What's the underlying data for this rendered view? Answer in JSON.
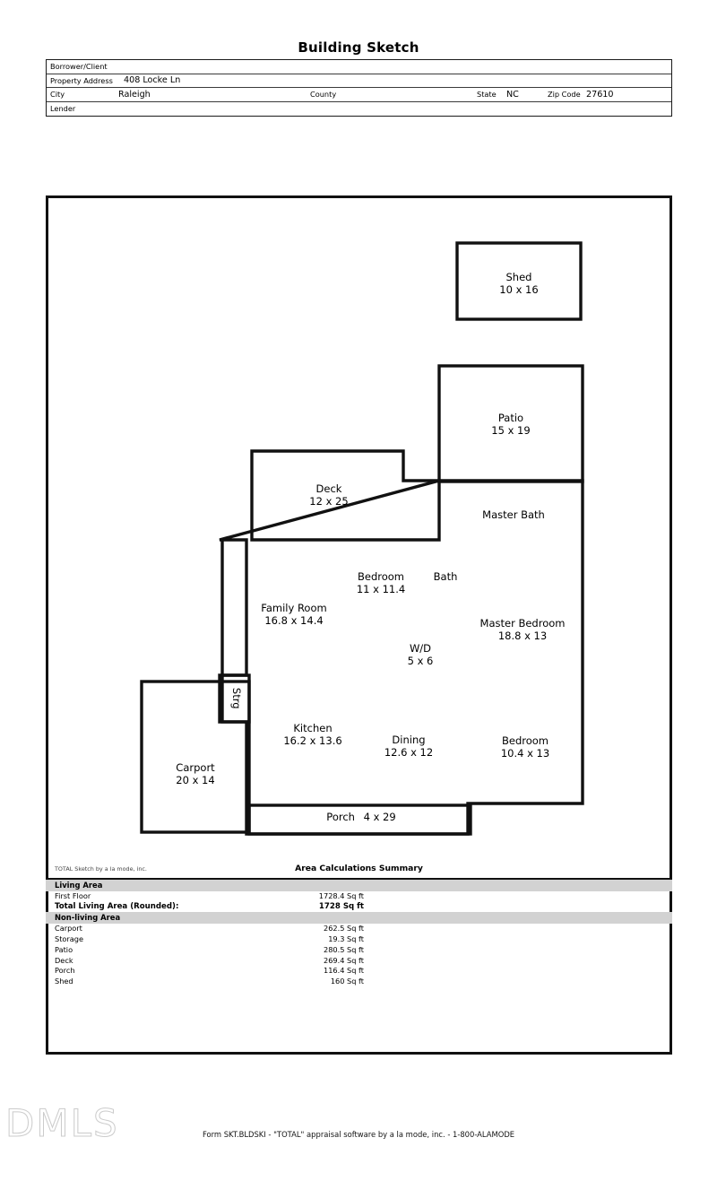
{
  "document": {
    "title": "Building Sketch",
    "footer_note": "Form SKT.BLDSKI - \"TOTAL\" appraisal software by a la mode, inc. - 1-800-ALAMODE",
    "watermark": "DMLS",
    "sketch_credit": "TOTAL Sketch by a la mode, inc."
  },
  "header": {
    "rows": [
      {
        "label": "Borrower/Client",
        "value": ""
      },
      {
        "label": "Property Address",
        "value": "408 Locke Ln"
      }
    ],
    "city_label": "City",
    "city_value": "Raleigh",
    "county_label": "County",
    "county_value": "",
    "state_label": "State",
    "state_value": "NC",
    "zip_label": "Zip Code",
    "zip_value": "27610",
    "lender_label": "Lender",
    "lender_value": ""
  },
  "sketch": {
    "rooms": [
      {
        "name": "Shed",
        "dimensions": "10 x 16"
      },
      {
        "name": "Patio",
        "dimensions": "15 x 19"
      },
      {
        "name": "Deck",
        "dimensions": "12 x 25"
      },
      {
        "name": "Master Bath",
        "dimensions": ""
      },
      {
        "name": "Bedroom",
        "dimensions": "11 x 11.4"
      },
      {
        "name": "Bath",
        "dimensions": ""
      },
      {
        "name": "Family Room",
        "dimensions": "16.8 x 14.4"
      },
      {
        "name": "Master Bedroom",
        "dimensions": "18.8 x 13"
      },
      {
        "name": "W/D",
        "dimensions": "5 x 6"
      },
      {
        "name": "Strg",
        "dimensions": ""
      },
      {
        "name": "Kitchen",
        "dimensions": "16.2 x 13.6"
      },
      {
        "name": "Dining",
        "dimensions": "12.6 x 12"
      },
      {
        "name": "Bedroom",
        "dimensions": "10.4 x 13"
      },
      {
        "name": "Carport",
        "dimensions": "20 x 14"
      },
      {
        "name": "Porch",
        "dimensions": "4 x 29"
      }
    ]
  },
  "summary": {
    "title": "Area Calculations Summary",
    "living_area_band": "Living Area",
    "living_rows": [
      {
        "label": "First Floor",
        "value": "1728.4 Sq ft"
      }
    ],
    "total_row": {
      "label": "Total Living Area (Rounded):",
      "value": "1728 Sq ft"
    },
    "non_living_band": "Non-living Area",
    "non_living_rows": [
      {
        "label": "Carport",
        "value": "262.5 Sq ft"
      },
      {
        "label": "Storage",
        "value": "19.3 Sq ft"
      },
      {
        "label": "Patio",
        "value": "280.5 Sq ft"
      },
      {
        "label": "Deck",
        "value": "269.4 Sq ft"
      },
      {
        "label": "Porch",
        "value": "116.4 Sq ft"
      },
      {
        "label": "Shed",
        "value": "160 Sq ft"
      }
    ]
  }
}
